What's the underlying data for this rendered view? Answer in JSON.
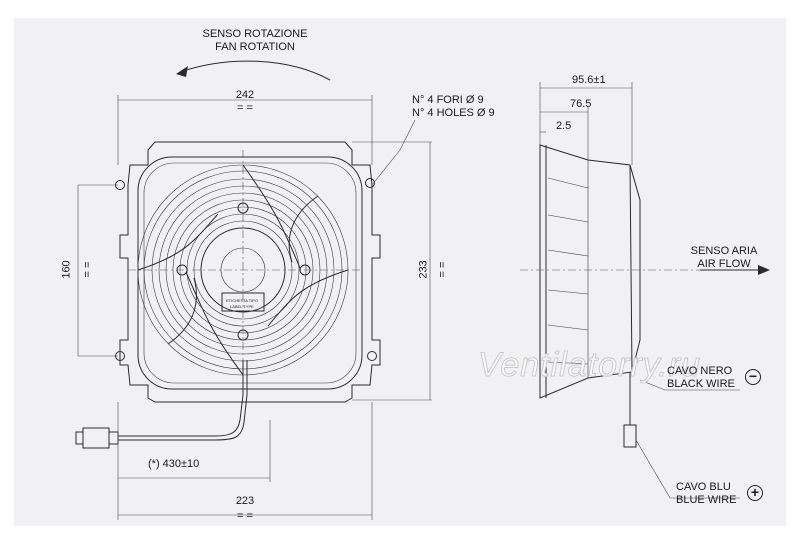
{
  "rotation": {
    "it": "SENSO ROTAZIONE",
    "en": "FAN ROTATION"
  },
  "dims": {
    "width_top": "242",
    "holes_it": "N° 4 FORI Ø 9",
    "holes_en": "N° 4 HOLES Ø 9",
    "height_left": "160",
    "height_right": "233",
    "cable": "(*) 430±10",
    "width_bottom": "223",
    "equal": "= =",
    "depth_total": "95.6±1",
    "depth_body": "76.5",
    "depth_flange": "2.5"
  },
  "label_plate": {
    "line1": "ETICHETTA TIPO",
    "line2": "LABEL TYPE"
  },
  "airflow": {
    "it": "SENSO ARIA",
    "en": "AIR FLOW"
  },
  "wires": {
    "black_it": "CAVO NERO",
    "black_en": "BLACK WIRE",
    "black_sign": "−",
    "blue_it": "CAVO BLU",
    "blue_en": "BLUE WIRE",
    "blue_sign": "+"
  },
  "watermark": "Ventilatorry.ru",
  "colors": {
    "sheet": "#f1f1f3",
    "line": "#2a2a2a"
  }
}
